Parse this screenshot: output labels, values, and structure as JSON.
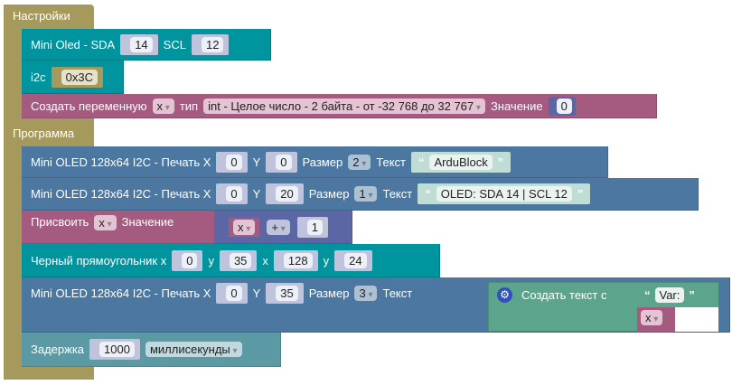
{
  "setup": {
    "label": "Настройки",
    "oled": {
      "label": "Mini Oled - SDA",
      "sda": "14",
      "scl_label": "SCL",
      "scl": "12"
    },
    "i2c": {
      "label": "i2c",
      "address": "0x3C"
    },
    "var": {
      "label": "Создать переменную",
      "name": "x",
      "type_label": "тип",
      "type": "int - Целое число - 2 байта - от -32 768 до 32 767",
      "value_label": "Значение",
      "value": "0"
    }
  },
  "program": {
    "label": "Программа",
    "print1": {
      "label": "Mini OLED 128x64 I2C - Печать X",
      "x": "0",
      "y_label": "Y",
      "y": "0",
      "size_label": "Размер",
      "size": "2",
      "text_label": "Текст",
      "text": "ArduBlock"
    },
    "print2": {
      "label": "Mini OLED 128x64 I2C - Печать X",
      "x": "0",
      "y_label": "Y",
      "y": "20",
      "size_label": "Размер",
      "size": "1",
      "text_label": "Текст",
      "text": "OLED: SDA 14 | SCL 12"
    },
    "assign": {
      "label": "Присвоить",
      "var": "x",
      "value_label": "Значение",
      "lhs": "x",
      "op": "+",
      "rhs": "1"
    },
    "rect": {
      "label": "Черный прямоугольник x",
      "x": "0",
      "y_label": "y",
      "y": "35",
      "x2_label": "x",
      "x2": "128",
      "y2_label": "y",
      "y2": "24"
    },
    "print3": {
      "label": "Mini OLED 128x64 I2C - Печать X",
      "x": "0",
      "y_label": "Y",
      "y": "35",
      "size_label": "Размер",
      "size": "3",
      "text_label": "Текст",
      "join_label": "Создать текст с",
      "join_text": "Var:",
      "join_var": "x"
    },
    "delay": {
      "label": "Задержка",
      "value": "1000",
      "unit": "миллисекунды"
    }
  },
  "quotes": {
    "open": "“",
    "close": "”"
  }
}
